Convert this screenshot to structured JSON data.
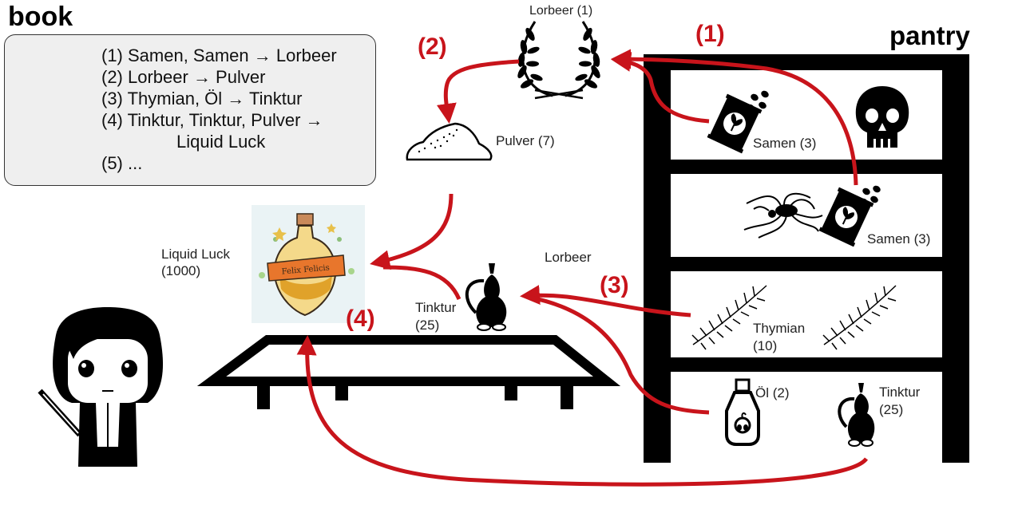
{
  "book": {
    "title": "book",
    "recipes": [
      "(1) Samen, Samen → Lorbeer",
      "(2) Lorbeer → Pulver",
      "(3) Thymian, Öl → Tinktur",
      "(4) Tinktur, Tinktur, Pulver →",
      "Liquid Luck",
      "(5) ..."
    ]
  },
  "pantry": {
    "title": "pantry"
  },
  "steps": [
    "(1)",
    "(2)",
    "(3)",
    "(4)"
  ],
  "items": {
    "lorbeer_top": "Lorbeer (1)",
    "pulver": "Pulver (7)",
    "samen_1": "Samen (3)",
    "samen_2": "Samen (3)",
    "thymian_name": "Thymian",
    "thymian_count": "(10)",
    "oel": "Öl (2)",
    "tinktur_shelf_name": "Tinktur",
    "tinktur_shelf_count": "(25)",
    "lorbeer_table": "Lorbeer",
    "tinktur_table_name": "Tinktur",
    "tinktur_table_count": "(25)",
    "liquid_luck_name": "Liquid Luck",
    "liquid_luck_count": "(1000)"
  },
  "potion_label": "Felix Felicis",
  "colors": {
    "arrow": "#c8141b",
    "shelf": "#000000",
    "book_bg": "#efefef"
  },
  "icons": [
    "spellbook-icon",
    "laurel-wreath-icon",
    "powder-pile-icon",
    "seed-packet-icon",
    "skull-icon",
    "spider-icon",
    "thyme-sprig-icon",
    "oil-bottle-icon",
    "tincture-jug-icon",
    "potion-bottle-icon",
    "table-icon",
    "wizard-figure-icon"
  ]
}
